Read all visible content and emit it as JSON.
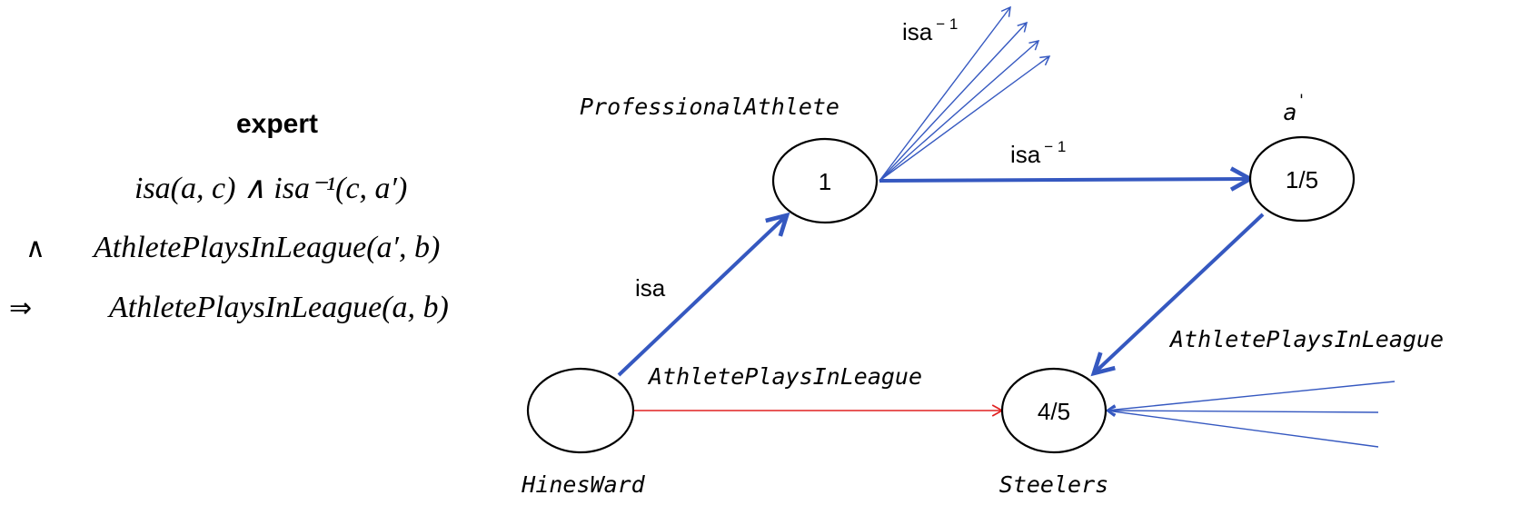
{
  "rule": {
    "title": "expert",
    "line1": {
      "op": "",
      "text": "isa(a, c) ∧ isa⁻¹(c, a′)"
    },
    "line2": {
      "op": "∧",
      "text": "AthletePlaysInLeague(a′, b)"
    },
    "line3": {
      "op": "⇒",
      "text": "AthletePlaysInLeague(a, b)"
    }
  },
  "nodes": {
    "hinesward": {
      "value": "",
      "name": "HinesWard"
    },
    "professional_athlete": {
      "value": "1",
      "name": "ProfessionalAthlete"
    },
    "a_prime": {
      "value": "1/5",
      "name": "a",
      "name_sup": "'"
    },
    "steelers": {
      "value": "4/5",
      "name": "Steelers"
    }
  },
  "edges": {
    "isa": {
      "label": "isa"
    },
    "isa_inverse": {
      "label": "isa",
      "sup": "− 1"
    },
    "isa_inverse_fan": {
      "label": "isa",
      "sup": "− 1"
    },
    "plays_in_league_out": {
      "label": "AthletePlaysInLeague"
    },
    "plays_in_league_fan": {
      "label": "AthletePlaysInLeague"
    }
  },
  "colors": {
    "blue_edge": "#3558c0",
    "red_edge": "#e02020",
    "node_stroke": "#000000"
  }
}
